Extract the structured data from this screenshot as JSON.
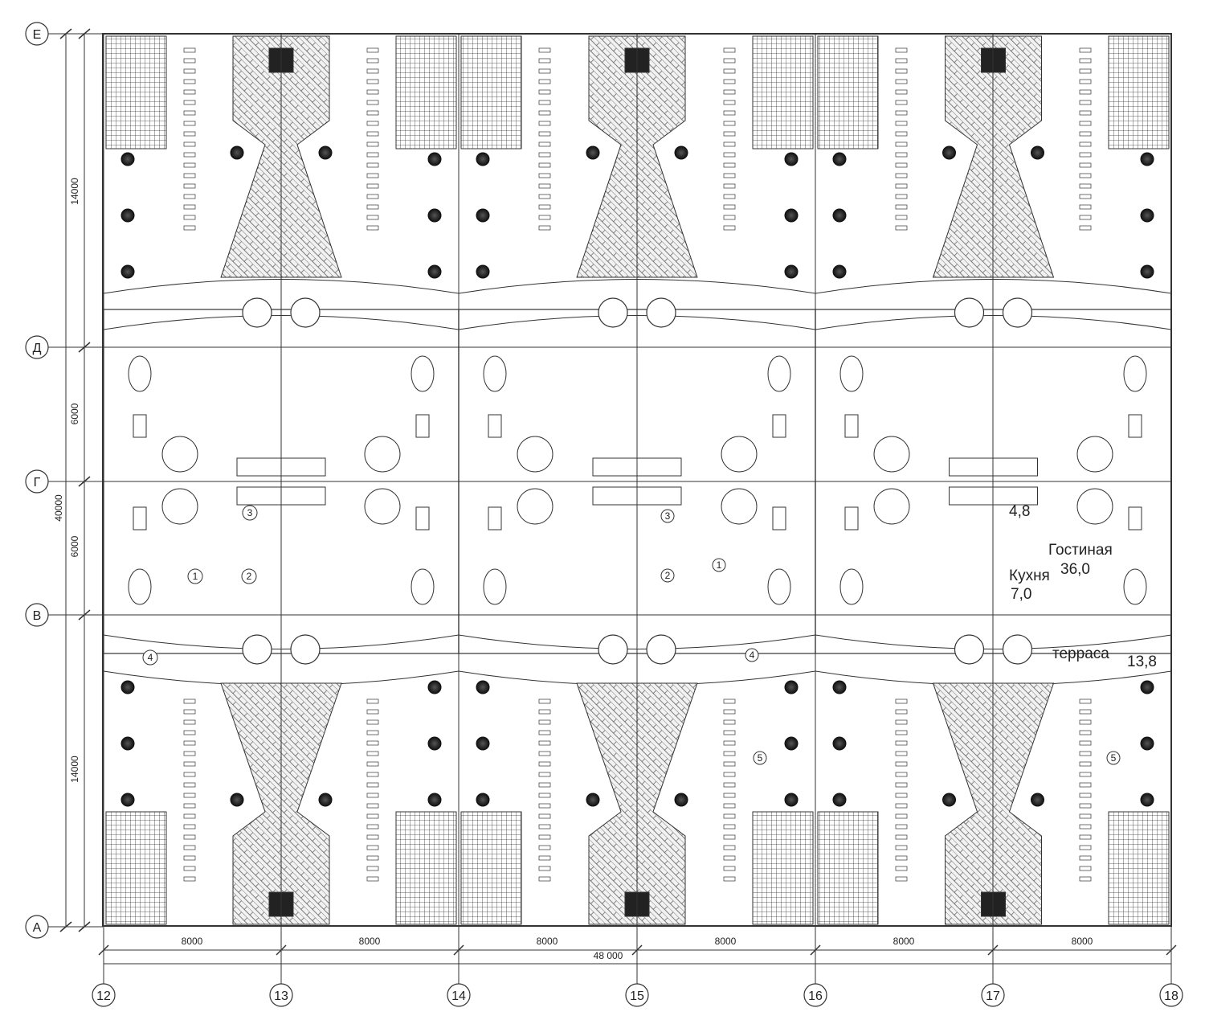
{
  "axes": {
    "vertical": [
      "12",
      "13",
      "14",
      "15",
      "16",
      "17",
      "18"
    ],
    "horizontal": [
      "Е",
      "Д",
      "Г",
      "В",
      "А"
    ]
  },
  "dimensions": {
    "bay": "8000",
    "total_width": "48 000",
    "north_garden": "14000",
    "south_garden": "14000",
    "row_depth_top": "6000",
    "row_depth_bottom": "6000",
    "total_depth": "40000"
  },
  "rooms": {
    "living": {
      "name": "Гостиная",
      "area": "36,0"
    },
    "kitchen": {
      "name": "Кухня",
      "area": "7,0"
    },
    "terrace": {
      "name": "терраса",
      "area": "13,8"
    },
    "bath_area": "4,8"
  },
  "markers": [
    "1",
    "2",
    "3",
    "4",
    "5"
  ]
}
